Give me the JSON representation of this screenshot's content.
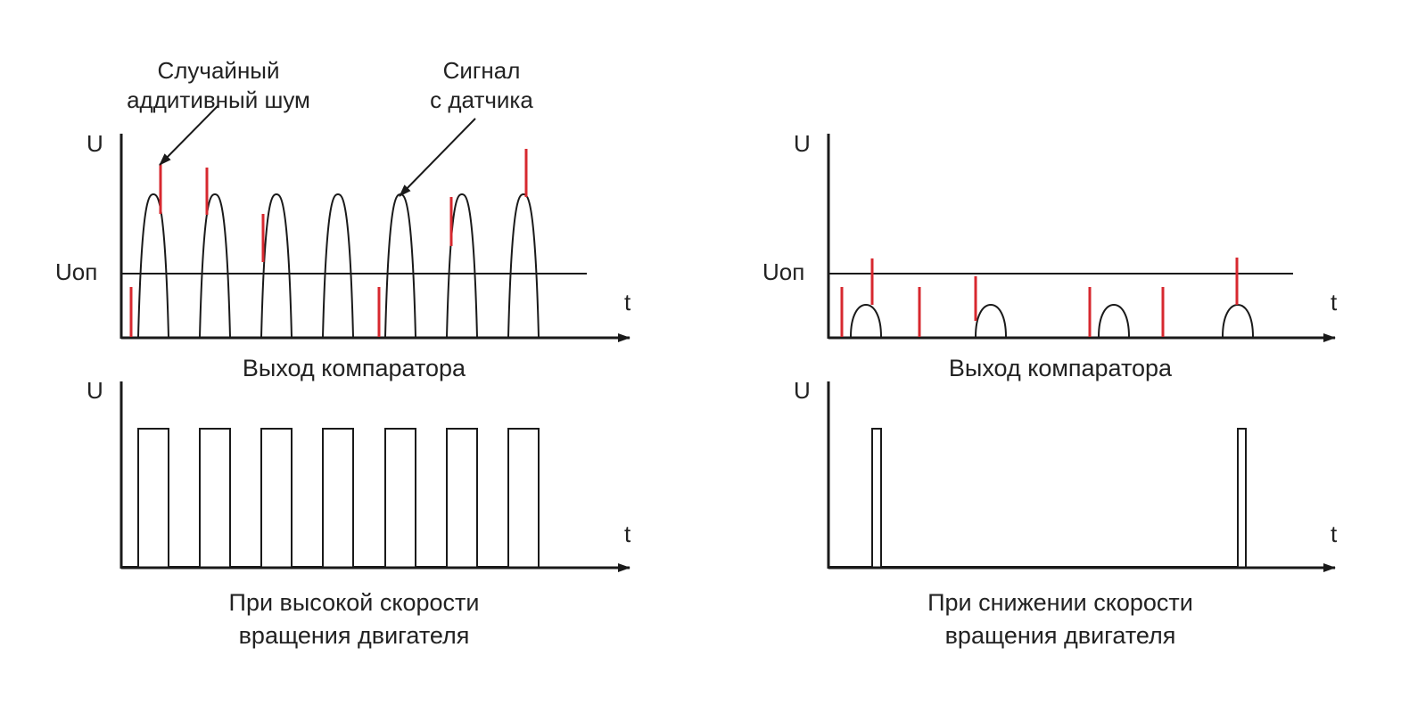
{
  "colors": {
    "line": "#1a1a1a",
    "noise": "#d7282f",
    "text": "#222222"
  },
  "annotations": {
    "noise": [
      "Случайный",
      "аддитивный шум"
    ],
    "signal": [
      "Сигнал",
      "с датчика"
    ]
  },
  "left": {
    "top_y_label": "U",
    "threshold_label": "Uоп",
    "top_t_label": "t",
    "comparator_title": "Выход компаратора",
    "bottom_y_label": "U",
    "bottom_t_label": "t",
    "caption": [
      "При высокой скорости",
      "вращения двигателя"
    ]
  },
  "right": {
    "top_y_label": "U",
    "threshold_label": "Uоп",
    "top_t_label": "t",
    "comparator_title": "Выход компаратора",
    "bottom_y_label": "U",
    "bottom_t_label": "t",
    "caption": [
      "При снижении скорости",
      "вращения двигателя"
    ]
  }
}
